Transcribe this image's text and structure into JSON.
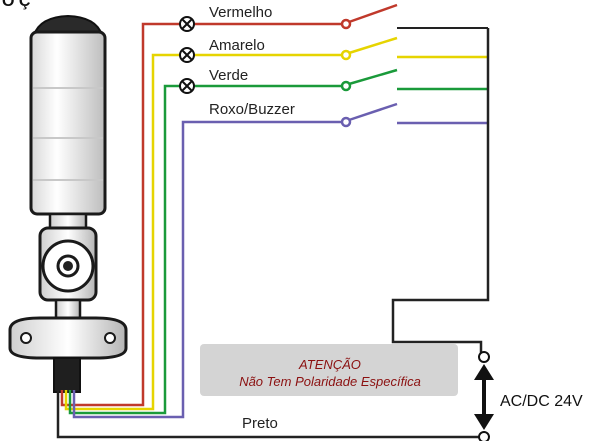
{
  "diagram": {
    "header_fragment": "O Ç",
    "wires": {
      "red": {
        "label": "Vermelho",
        "color": "#c0392b"
      },
      "yellow": {
        "label": "Amarelo",
        "color": "#e6d400"
      },
      "green": {
        "label": "Verde",
        "color": "#1a9a3a"
      },
      "purple": {
        "label": "Roxo/Buzzer",
        "color": "#6a5fb0"
      },
      "black": {
        "label": "Preto",
        "color": "#222222"
      }
    },
    "warning": {
      "title": "ATENÇÃO",
      "text": "Não Tem Polaridade Específica"
    },
    "supply": {
      "label": "AC/DC 24V"
    }
  }
}
